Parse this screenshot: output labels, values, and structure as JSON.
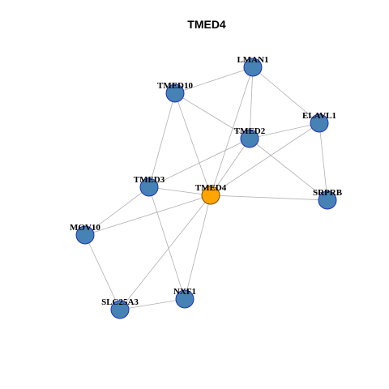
{
  "title": "TMED4",
  "colors": {
    "center_node": "#FFA500",
    "node": "#4682B4",
    "node_stroke": "#1f2fbf",
    "center_stroke": "#7a4a00",
    "edge": "#b0b0b0"
  },
  "center": "TMED4",
  "nodes": [
    "LMAN1",
    "TMED10",
    "ELAVL1",
    "TMED2",
    "TMED3",
    "TMED4",
    "SRPRB",
    "MOV10",
    "NXF1",
    "SLC25A3"
  ],
  "edges": [
    [
      "LMAN1",
      "TMED10"
    ],
    [
      "LMAN1",
      "ELAVL1"
    ],
    [
      "LMAN1",
      "TMED2"
    ],
    [
      "LMAN1",
      "TMED4"
    ],
    [
      "TMED10",
      "TMED2"
    ],
    [
      "TMED10",
      "TMED3"
    ],
    [
      "TMED10",
      "TMED4"
    ],
    [
      "ELAVL1",
      "TMED2"
    ],
    [
      "ELAVL1",
      "SRPRB"
    ],
    [
      "ELAVL1",
      "TMED4"
    ],
    [
      "TMED2",
      "TMED3"
    ],
    [
      "TMED2",
      "TMED4"
    ],
    [
      "TMED2",
      "SRPRB"
    ],
    [
      "TMED3",
      "TMED4"
    ],
    [
      "TMED3",
      "MOV10"
    ],
    [
      "TMED3",
      "NXF1"
    ],
    [
      "TMED4",
      "SRPRB"
    ],
    [
      "TMED4",
      "MOV10"
    ],
    [
      "TMED4",
      "NXF1"
    ],
    [
      "TMED4",
      "SLC25A3"
    ],
    [
      "MOV10",
      "SLC25A3"
    ],
    [
      "NXF1",
      "SLC25A3"
    ]
  ]
}
